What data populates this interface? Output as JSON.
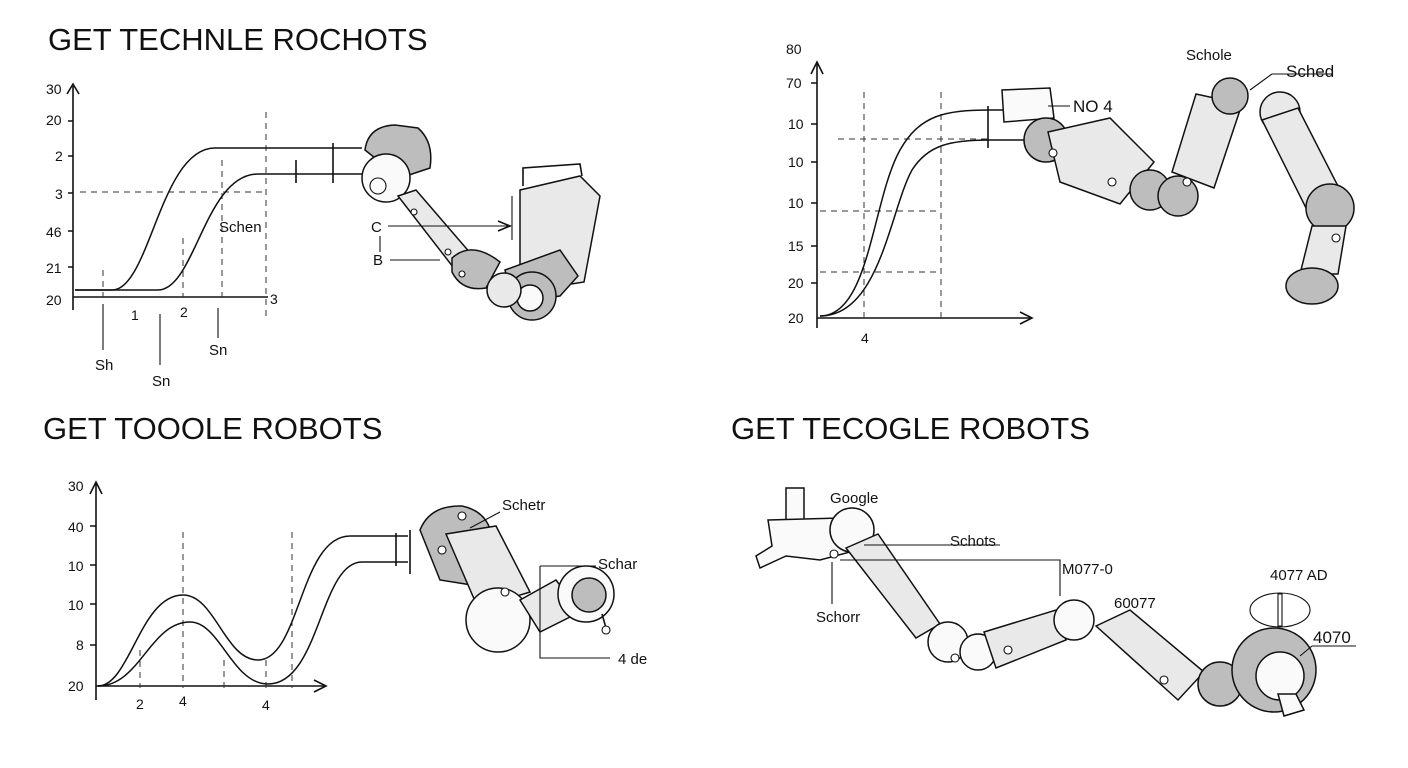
{
  "panels": [
    {
      "title": "GET TECHNLE ROCHOTS",
      "y_ticks": [
        "30",
        "20",
        "2",
        "3",
        "46",
        "21",
        "20"
      ],
      "x_ticks": [
        "1",
        "2",
        "3"
      ],
      "labels": [
        "Schen",
        "C",
        "B",
        "Sh",
        "Sn",
        "Sn"
      ]
    },
    {
      "title": "",
      "y_ticks": [
        "80",
        "70",
        "10",
        "10",
        "10",
        "15",
        "20",
        "20"
      ],
      "x_ticks": [
        "4"
      ],
      "labels": [
        "NO 4",
        "Schole",
        "Sched"
      ]
    },
    {
      "title": "GET TOOOLE ROBOTS",
      "y_ticks": [
        "30",
        "40",
        "10",
        "10",
        "8",
        "20"
      ],
      "x_ticks": [
        "2",
        "4",
        "4"
      ],
      "labels": [
        "Schetr",
        "Schar",
        "4 de"
      ]
    },
    {
      "title": "GET TECOGLE ROBOTS",
      "y_ticks": [],
      "x_ticks": [],
      "labels": [
        "Google",
        "Schots",
        "M077-0",
        "Schorr",
        "60077",
        "4077 AD",
        "4070"
      ]
    }
  ]
}
